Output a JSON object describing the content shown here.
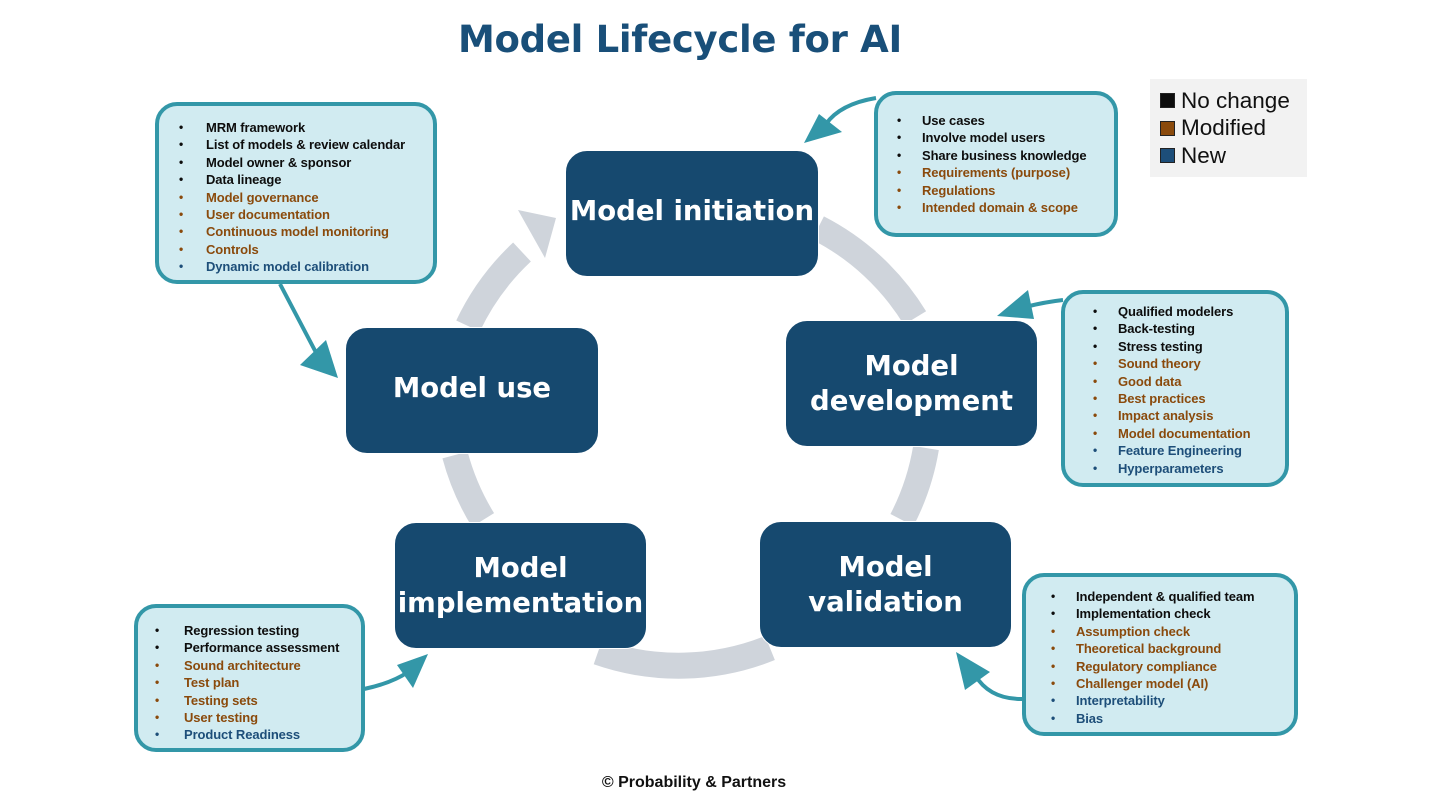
{
  "title": "Model Lifecycle for AI",
  "colors": {
    "no_change": "#0d0d0d",
    "modified": "#8a4a0c",
    "new": "#1d4e79",
    "stage_fill": "#16496f",
    "callout_fill": "#d1ebf1",
    "callout_border": "#3397a8",
    "cycle_arrow": "#cfd4db",
    "title": "#194f79"
  },
  "legend": {
    "items": [
      {
        "label": "No change",
        "status": "no_change",
        "color": "#0d0d0d"
      },
      {
        "label": "Modified",
        "status": "modified",
        "color": "#8a4a0c"
      },
      {
        "label": "New",
        "status": "new",
        "color": "#1d4e79"
      }
    ]
  },
  "stages": {
    "initiation": {
      "label": "Model initiation",
      "items": [
        {
          "text": "Use cases",
          "status": "no_change"
        },
        {
          "text": "Involve model users",
          "status": "no_change"
        },
        {
          "text": "Share business knowledge",
          "status": "no_change"
        },
        {
          "text": "Requirements (purpose)",
          "status": "modified"
        },
        {
          "text": "Regulations",
          "status": "modified"
        },
        {
          "text": "Intended domain & scope",
          "status": "modified"
        }
      ]
    },
    "development": {
      "label": "Model\ndevelopment",
      "items": [
        {
          "text": "Qualified modelers",
          "status": "no_change"
        },
        {
          "text": "Back-testing",
          "status": "no_change"
        },
        {
          "text": "Stress testing",
          "status": "no_change"
        },
        {
          "text": "Sound theory",
          "status": "modified"
        },
        {
          "text": "Good data",
          "status": "modified"
        },
        {
          "text": "Best practices",
          "status": "modified"
        },
        {
          "text": "Impact analysis",
          "status": "modified"
        },
        {
          "text": "Model documentation",
          "status": "modified"
        },
        {
          "text": "Feature Engineering",
          "status": "new"
        },
        {
          "text": "Hyperparameters",
          "status": "new"
        }
      ]
    },
    "validation": {
      "label": "Model\nvalidation",
      "items": [
        {
          "text": "Independent & qualified team",
          "status": "no_change"
        },
        {
          "text": "Implementation check",
          "status": "no_change"
        },
        {
          "text": "Assumption check",
          "status": "modified"
        },
        {
          "text": "Theoretical background",
          "status": "modified"
        },
        {
          "text": "Regulatory compliance",
          "status": "modified"
        },
        {
          "text": "Challenger model (AI)",
          "status": "modified"
        },
        {
          "text": "Interpretability",
          "status": "new"
        },
        {
          "text": "Bias",
          "status": "new"
        }
      ]
    },
    "implementation": {
      "label": "Model\nimplementation",
      "items": [
        {
          "text": "Regression testing",
          "status": "no_change"
        },
        {
          "text": "Performance assessment",
          "status": "no_change"
        },
        {
          "text": "Sound architecture",
          "status": "modified"
        },
        {
          "text": "Test plan",
          "status": "modified"
        },
        {
          "text": "Testing sets",
          "status": "modified"
        },
        {
          "text": "User testing",
          "status": "modified"
        },
        {
          "text": "Product Readiness",
          "status": "new"
        }
      ]
    },
    "use": {
      "label": "Model use",
      "items": [
        {
          "text": "MRM framework",
          "status": "no_change"
        },
        {
          "text": "List of models & review calendar",
          "status": "no_change"
        },
        {
          "text": "Model owner & sponsor",
          "status": "no_change"
        },
        {
          "text": "Data lineage",
          "status": "no_change"
        },
        {
          "text": "Model governance",
          "status": "modified"
        },
        {
          "text": "User documentation",
          "status": "modified"
        },
        {
          "text": "Continuous model monitoring",
          "status": "modified"
        },
        {
          "text": "Controls",
          "status": "modified"
        },
        {
          "text": "Dynamic model calibration",
          "status": "new"
        }
      ]
    }
  },
  "cycle_order": [
    "initiation",
    "development",
    "validation",
    "implementation",
    "use"
  ],
  "bullet_glyph": "•",
  "footer": "© Probability & Partners"
}
